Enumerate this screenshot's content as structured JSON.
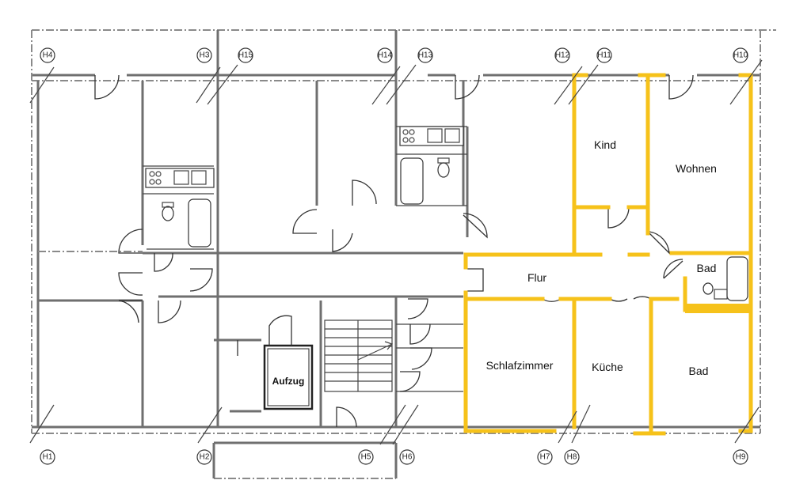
{
  "plan": {
    "axes": {
      "top": [
        "H4",
        "H3",
        "H15",
        "H14",
        "H13",
        "H12",
        "H11",
        "H10"
      ],
      "bottom": [
        "H1",
        "H2",
        "H5",
        "H6",
        "H7",
        "H8",
        "H9"
      ]
    },
    "rooms": {
      "kind": "Kind",
      "wohnen": "Wohnen",
      "bad_small": "Bad",
      "flur": "Flur",
      "schlafzimmer": "Schlafzimmer",
      "kueche": "Küche",
      "bad_large": "Bad"
    },
    "elevator": "Aufzug",
    "highlight_color": "#f6c21a"
  }
}
